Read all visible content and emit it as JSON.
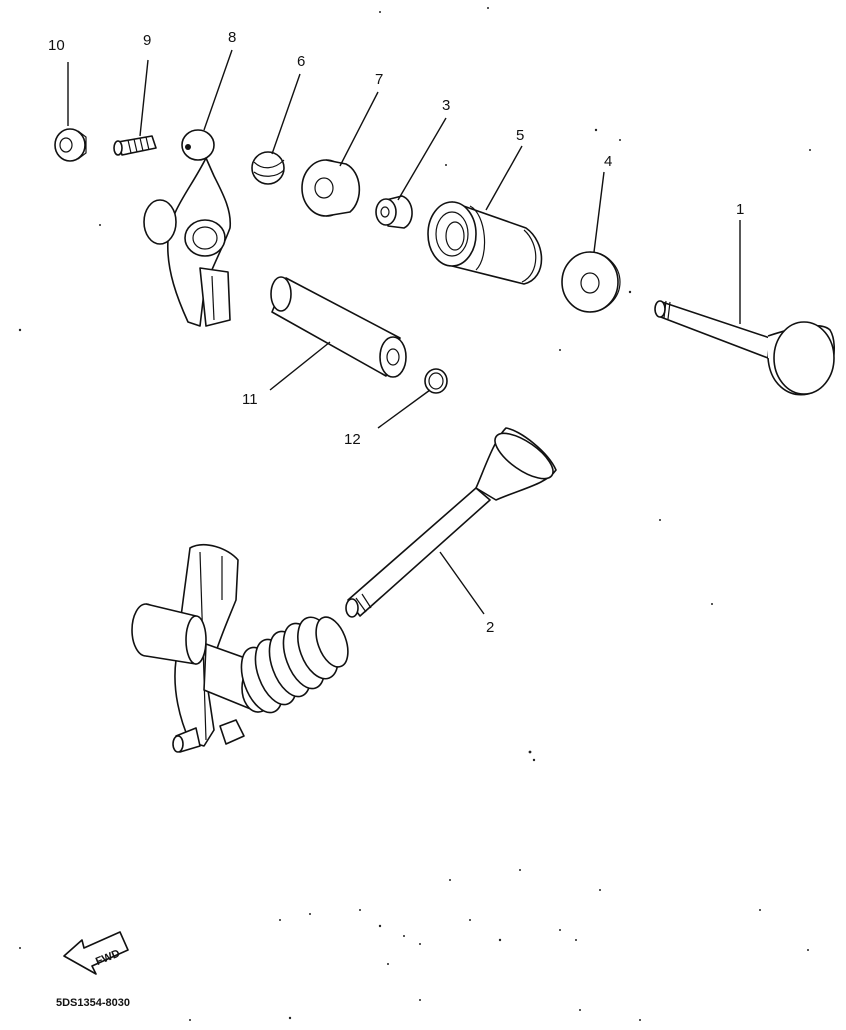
{
  "labels": {
    "p1": "1",
    "p2": "2",
    "p3": "3",
    "p4": "4",
    "p5": "5",
    "p6": "6",
    "p7": "7",
    "p8": "8",
    "p9": "9",
    "p10": "10",
    "p11": "11",
    "p12": "12"
  },
  "fwd": "FWD",
  "code": "5DS1354-8030"
}
